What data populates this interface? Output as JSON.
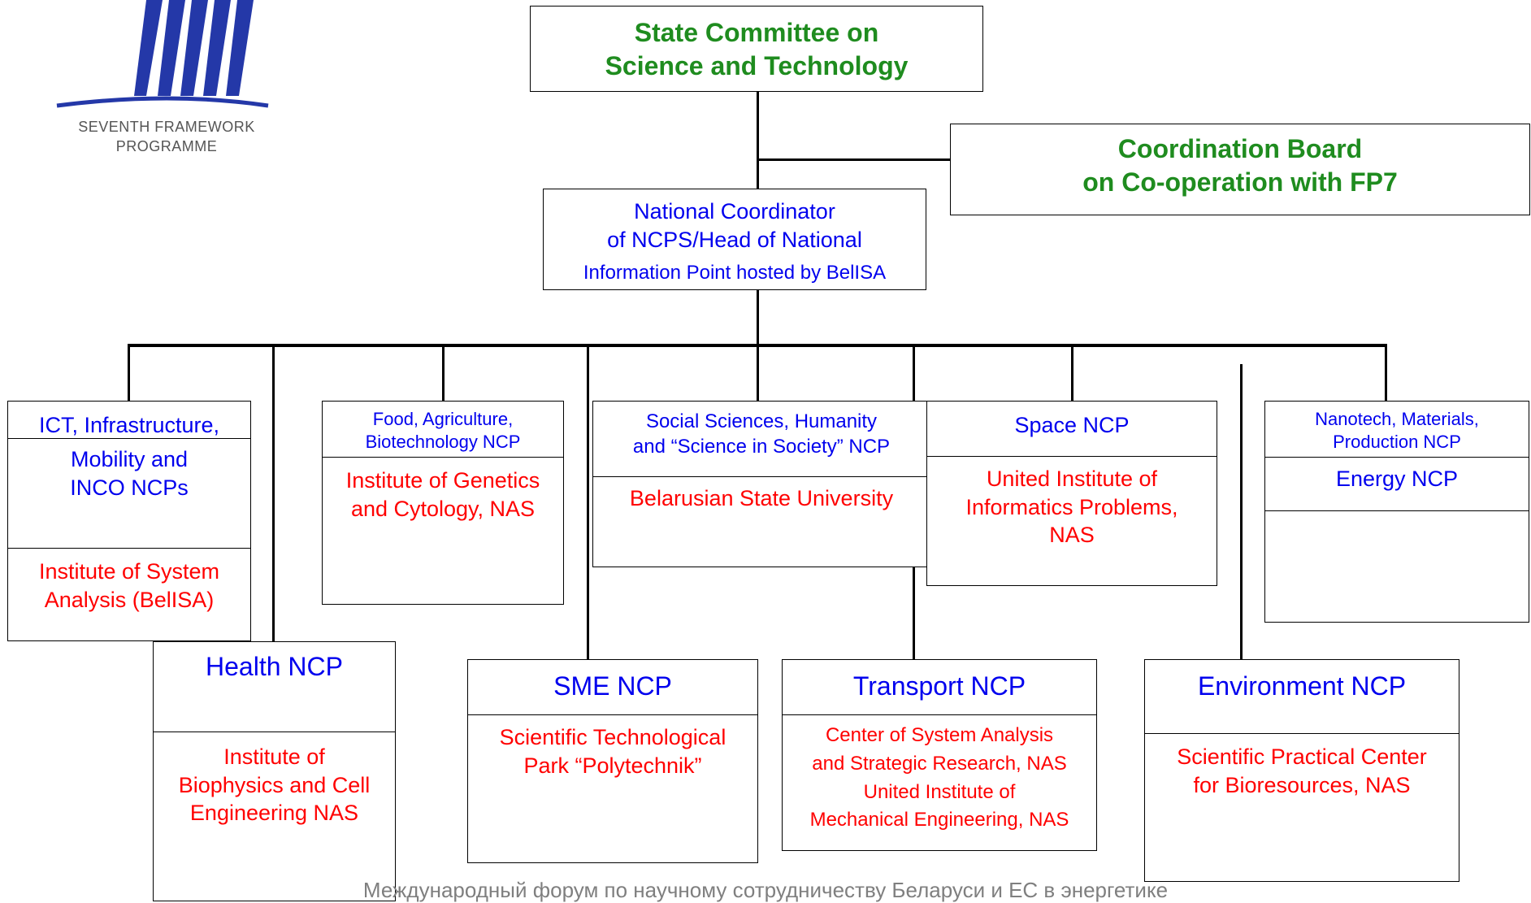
{
  "logo": {
    "line1": "SEVENTH FRAMEWORK",
    "line2": "PROGRAMME"
  },
  "colors": {
    "title_green": "#1f8c1f",
    "ncp_blue": "#0000ee",
    "host_red": "#ff0000",
    "footer_gray": "#7f7f7f"
  },
  "top": {
    "state_committee": "State Committee on\nScience and Technology",
    "coordination_board": "Coordination Board\non Co-operation with FP7",
    "national_coordinator": "National Coordinator\nof NCPS/Head of National",
    "national_coordinator_host": "Information Point hosted by BelISA"
  },
  "boxes": {
    "ict": {
      "ncp": "ICT, Infrastructure,",
      "ncp2": "Mobility and\nINCO NCPs",
      "host": "Institute of System\nAnalysis (BelISA)"
    },
    "food": {
      "ncp": "Food, Agriculture,\nBiotechnology NCP",
      "host": "Institute of Genetics\nand Cytology, NAS"
    },
    "social": {
      "ncp": "Social Sciences, Humanity\nand “Science in Society” NCP",
      "host": "Belarusian State University"
    },
    "space": {
      "ncp": "Space NCP",
      "host": "United Institute of\nInformatics Problems,\nNAS"
    },
    "nano": {
      "ncp": "Nanotech, Materials,\nProduction NCP",
      "ncp2": "Energy NCP"
    },
    "health": {
      "ncp": "Health NCP",
      "host": "Institute of\nBiophysics and Cell\nEngineering NAS"
    },
    "sme": {
      "ncp": "SME NCP",
      "host": "Scientific Technological\nPark “Polytechnik”"
    },
    "transport": {
      "ncp": "Transport NCP",
      "host": "Center of System Analysis\nand Strategic Research, NAS\nUnited Institute of\nMechanical Engineering, NAS"
    },
    "environment": {
      "ncp": "Environment NCP",
      "host": "Scientific Practical Center\nfor Bioresources, NAS"
    }
  },
  "footer": "Международный форум по научному сотрудничеству Беларуси и ЕС в энергетике"
}
